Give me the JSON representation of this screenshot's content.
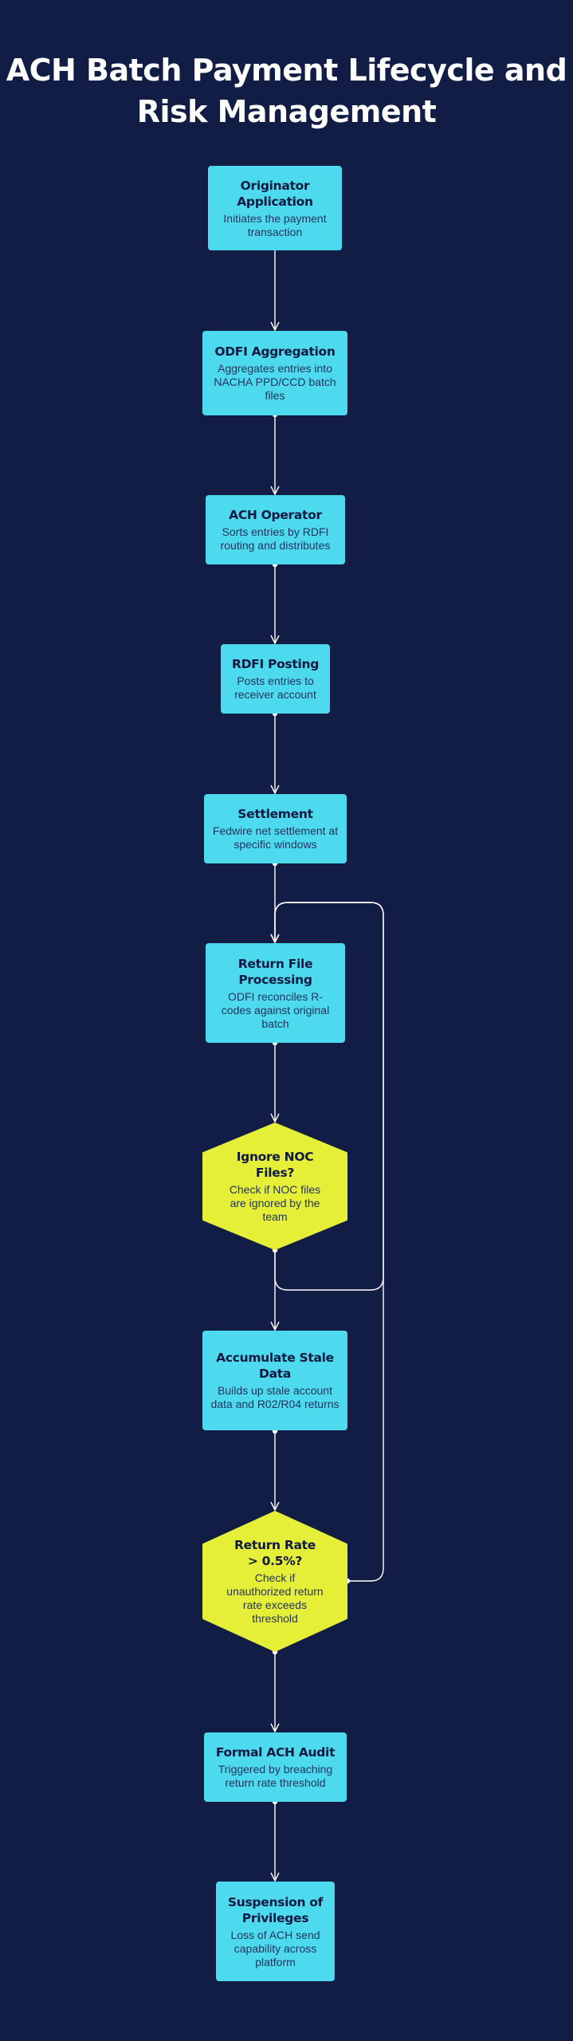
{
  "title": "ACH Batch Payment Lifecycle and Risk Management",
  "colors": {
    "background": "#111d45",
    "process_fill": "#4dd9ee",
    "decision_fill": "#e6ef38",
    "edge": "#ffffff",
    "text_dark": "#101a40"
  },
  "nodes": [
    {
      "id": "originator",
      "shape": "process",
      "title": "Originator Application",
      "description": "Initiates the payment transaction"
    },
    {
      "id": "odfi",
      "shape": "process",
      "title": "ODFI Aggregation",
      "description": "Aggregates entries into NACHA PPD/CCD batch files"
    },
    {
      "id": "operator",
      "shape": "process",
      "title": "ACH Operator",
      "description": "Sorts entries by RDFI routing and distributes"
    },
    {
      "id": "rdfi",
      "shape": "process",
      "title": "RDFI Posting",
      "description": "Posts entries to receiver account"
    },
    {
      "id": "settlement",
      "shape": "process",
      "title": "Settlement",
      "description": "Fedwire net settlement at specific windows"
    },
    {
      "id": "returns",
      "shape": "process",
      "title": "Return File Processing",
      "description": "ODFI reconciles R-codes against original batch"
    },
    {
      "id": "noc",
      "shape": "decision",
      "title": "Ignore NOC Files?",
      "description": "Check if NOC files are ignored by the team"
    },
    {
      "id": "stale",
      "shape": "process",
      "title": "Accumulate Stale Data",
      "description": "Builds up stale account data and R02/R04 returns"
    },
    {
      "id": "rate",
      "shape": "decision",
      "title": "Return Rate > 0.5%?",
      "description": "Check if unauthorized return rate exceeds threshold"
    },
    {
      "id": "audit",
      "shape": "process",
      "title": "Formal ACH Audit",
      "description": "Triggered by breaching return rate threshold"
    },
    {
      "id": "suspension",
      "shape": "process",
      "title": "Suspension of Privileges",
      "description": "Loss of ACH send capability across platform"
    }
  ],
  "edges": [
    {
      "from": "originator",
      "to": "odfi"
    },
    {
      "from": "odfi",
      "to": "operator"
    },
    {
      "from": "operator",
      "to": "rdfi"
    },
    {
      "from": "rdfi",
      "to": "settlement"
    },
    {
      "from": "settlement",
      "to": "returns"
    },
    {
      "from": "returns",
      "to": "noc"
    },
    {
      "from": "noc",
      "to": "stale"
    },
    {
      "from": "noc",
      "to": "returns"
    },
    {
      "from": "stale",
      "to": "rate"
    },
    {
      "from": "rate",
      "to": "returns"
    },
    {
      "from": "rate",
      "to": "audit"
    },
    {
      "from": "audit",
      "to": "suspension"
    }
  ]
}
